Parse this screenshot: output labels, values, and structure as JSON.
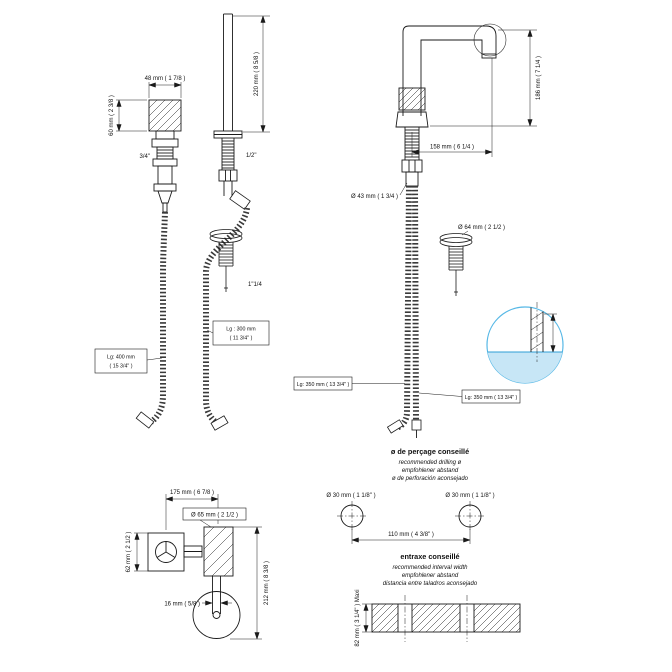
{
  "palette": {
    "line": "#1a1a1a",
    "accent_blue": "#57b8e6",
    "water_fill": "#c7e6f6",
    "water_line": "#2f9fd6"
  },
  "valve_view": {
    "handle_width": "48 mm ( 1 7/8 )",
    "handle_height": "60 mm ( 2 3/8 )",
    "valve_thread": "3/4\"",
    "spout_thread": "1/2\"",
    "spout_height": "220 mm ( 8 5/8 )",
    "drain_thread": "1\"1/4",
    "supply_hose_line1": "Lg: 400 mm",
    "supply_hose_line2": "( 15 3/4\" )",
    "link_hose_line1": "Lg : 300 mm",
    "link_hose_line2": "( 11 3/4\" )"
  },
  "spout_view": {
    "height": "186 mm ( 7 1/4 )",
    "reach": "158 mm ( 6 1/4 )",
    "base_diameter": "Ø 43 mm ( 1 3/4 )",
    "drain_diameter": "Ø 64 mm ( 2 1/2 )",
    "hose_left": "Lg: 350 mm ( 13 3/4\" )",
    "hose_right": "Lg: 350 mm ( 13 3/4\" )"
  },
  "plan_view": {
    "spacing": "175 mm ( 6 7/8 )",
    "base_diameter": "Ø 65 mm ( 2 1/2 )",
    "handle_depth": "62 mm ( 2 1/2 )",
    "arm_width": "16 mm ( 5/8 )",
    "depth": "212 mm ( 8 3/8 )"
  },
  "drilling": {
    "title": "ø de perçage conseillé",
    "subtitle_en": "recommended drilling ø",
    "subtitle_de": "empfohlener abstand",
    "subtitle_es": "ø de perforación aconsejado",
    "hole_left": "Ø 30 mm ( 1 1/8\" )",
    "hole_right": "Ø 30 mm ( 1 1/8\" )",
    "center_distance": "110 mm ( 4 3/8\" )"
  },
  "spacing_section": {
    "title": "entraxe conseillé",
    "subtitle_en": "recommended interval width",
    "subtitle_de": "empfohlener abstand",
    "subtitle_es": "distancia entre taladros aconsejado",
    "max_thickness": "82 mm ( 3 1/4\" ) Maxi"
  }
}
